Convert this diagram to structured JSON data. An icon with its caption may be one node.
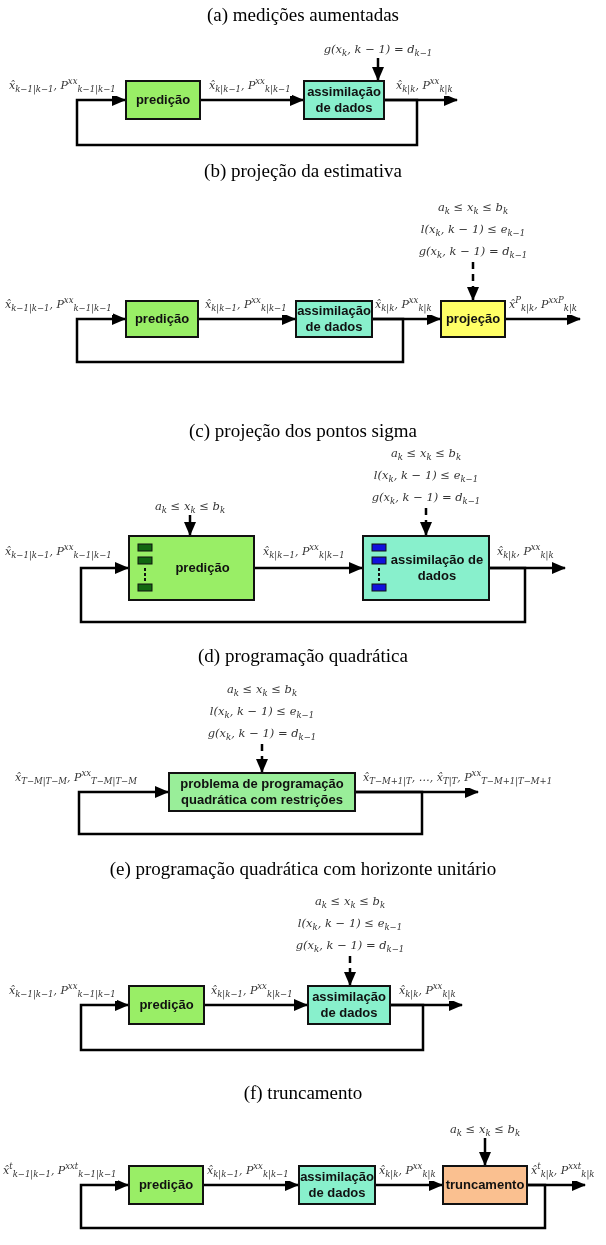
{
  "diagram": {
    "nodes": [
      {
        "text": [
          "predição"
        ]
      },
      {
        "text": [
          "assimilação de dados"
        ]
      },
      {
        "text": [
          "g(x$_{k}$, k − 1) = d$_{k−1}$"
        ]
      },
      {
        "text": [
          "predição"
        ]
      },
      {
        "text": [
          "assimilação de dados"
        ]
      },
      {
        "text": [
          "projeção"
        ]
      },
      {
        "text": [
          "a$_{k}$ ≤ x$_{k}$ ≤ b$_{k}$",
          "l(x$_{k}$, k − 1) ≤ e$_{k−1}$",
          "g(x$_{k}$, k − 1) = d$_{k−1}$"
        ]
      },
      {
        "text": [
          "a$_{k}$ ≤ x$_{k}$ ≤ b$_{k}$"
        ]
      },
      {
        "text": [
          "predição"
        ]
      },
      {
        "text": [
          "a$_{k}$ ≤ x$_{k}$ ≤ b$_{k}$",
          "l(x$_{k}$, k − 1) ≤ e$_{k−1}$",
          "g(x$_{k}$, k − 1) = d$_{k−1}$"
        ]
      },
      {
        "text": [
          "assimilação de dados"
        ]
      },
      {
        "text": [
          "a$_{k}$ ≤ x$_{k}$ ≤ b$_{k}$",
          "l(x$_{k}$, k − 1) ≤ e$_{k−1}$",
          "g(x$_{k}$, k − 1) = d$_{k−1}$"
        ]
      },
      {
        "text": [
          "problema de programação quadrática com restrições"
        ]
      },
      {
        "text": [
          "a$_{k}$ ≤ x$_{k}$ ≤ b$_{k}$",
          "l(x$_{k}$, k − 1) ≤ e$_{k−1}$",
          "g(x$_{k}$, k − 1) = d$_{k−1}$"
        ]
      },
      {
        "text": [
          "predição"
        ]
      },
      {
        "text": [
          "assimilação de dados"
        ]
      },
      {
        "text": [
          "a$_{k}$ ≤ x$_{k}$ ≤ b$_{k}$"
        ]
      },
      {
        "text": [
          "predição"
        ]
      },
      {
        "text": [
          "assimilação de dados"
        ]
      },
      {
        "text": [
          "truncamento"
        ]
      }
    ],
    "edges": [
      {
        "from": 0,
        "to": 1,
        "arrow": "to",
        "label": "x̂$_{k|k−1}$, P$^{xx}$$_{k|k−1}$"
      },
      {
        "from": 2,
        "to": 1,
        "arrow": "to"
      },
      {
        "from": 1,
        "to": null,
        "arrow": "to",
        "label": "x̂$_{k|k}$, P$^{xx}$$_{k|k}$"
      },
      {
        "from": 1,
        "to": 0,
        "arrow": "to",
        "label": "x̂$_{k−1|k−1}$, P$^{xx}$$_{k−1|k−1}$"
      },
      {
        "from": 3,
        "to": 4,
        "arrow": "to",
        "label": "x̂$_{k|k−1}$, P$^{xx}$$_{k|k−1}$"
      },
      {
        "from": 4,
        "to": 5,
        "arrow": "to",
        "label": "x̂$_{k|k}$, P$^{xx}$$_{k|k}$"
      },
      {
        "from": 6,
        "to": 5,
        "arrow": "to",
        "style": "dashed"
      },
      {
        "from": 5,
        "to": null,
        "arrow": "to",
        "label": "x̂$^{P}$$_{k|k}$, P$^{xxP}$$_{k|k}$"
      },
      {
        "from": 4,
        "to": 3,
        "arrow": "to",
        "label": "x̂$_{k−1|k−1}$, P$^{xx}$$_{k−1|k−1}$"
      },
      {
        "from": 7,
        "to": 8,
        "arrow": "to"
      },
      {
        "from": 8,
        "to": 10,
        "arrow": "to",
        "label": "x̂$_{k|k−1}$, P$^{xx}$$_{k|k−1}$"
      },
      {
        "from": 9,
        "to": 10,
        "arrow": "to",
        "style": "dashed"
      },
      {
        "from": 10,
        "to": null,
        "arrow": "to",
        "label": "x̂$_{k|k}$, P$^{xx}$$_{k|k}$"
      },
      {
        "from": 10,
        "to": 8,
        "arrow": "to",
        "label": "x̂$_{k−1|k−1}$, P$^{xx}$$_{k−1|k−1}$"
      },
      {
        "from": 11,
        "to": 12,
        "arrow": "to",
        "style": "dashed"
      },
      {
        "from": 12,
        "to": null,
        "arrow": "to",
        "label": "x̂$_{T−M+1|T}$, …, x̂$_{T|T}$, P$^{xx}$$_{T−M+1|T−M+1}$"
      },
      {
        "from": 12,
        "to": 12,
        "arrow": "to",
        "label": "x̂$_{T−M|T−M}$, P$^{xx}$$_{T−M|T−M}$"
      },
      {
        "from": 13,
        "to": 15,
        "arrow": "to",
        "style": "dashed"
      },
      {
        "from": 14,
        "to": 15,
        "arrow": "to",
        "label": "x̂$_{k|k−1}$, P$^{xx}$$_{k|k−1}$"
      },
      {
        "from": 15,
        "to": null,
        "arrow": "to",
        "label": "x̂$_{k|k}$, P$^{xx}$$_{k|k}$"
      },
      {
        "from": 15,
        "to": 14,
        "arrow": "to",
        "label": "x̂$_{k−1|k−1}$, P$^{xx}$$_{k−1|k−1}$"
      },
      {
        "from": 17,
        "to": 18,
        "arrow": "to",
        "label": "x̂$_{k|k−1}$, P$^{xx}$$_{k|k−1}$"
      },
      {
        "from": 18,
        "to": 19,
        "arrow": "to",
        "label": "x̂$_{k|k}$, P$^{xx}$$_{k|k}$"
      },
      {
        "from": 16,
        "to": 19,
        "arrow": "to"
      },
      {
        "from": 19,
        "to": null,
        "arrow": "to",
        "label": "x̂$^{t}$$_{k|k}$, P$^{xxt}$$_{k|k}$"
      },
      {
        "from": 19,
        "to": 17,
        "arrow": "to",
        "label": "x̂$^{t}$$_{k−1|k−1}$, P$^{xxt}$$_{k−1|k−1}$"
      }
    ],
    "labels": [
      "(a) medições aumentadas",
      "(b) projeção da estimativa",
      "(c) projeção dos pontos sigma",
      "(d) programação quadrática",
      "(e) programação quadrática com horizonte unitário",
      "(f) truncamento"
    ]
  }
}
